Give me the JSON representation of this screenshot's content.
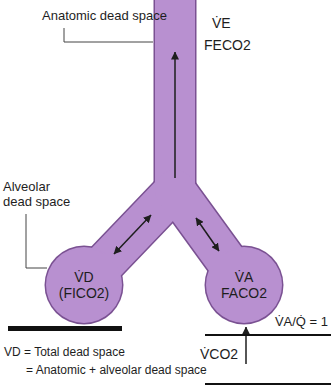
{
  "diagram": {
    "nodes": [
      {
        "text": [
          "V̇D",
          "(FICO2)"
        ]
      },
      {
        "text": [
          "V̇A",
          "FACO2"
        ]
      }
    ],
    "labels": [
      "Anatomic dead space",
      "V̇E",
      "FECO2",
      "Alveolar dead space",
      "V̇A/Q̇ = 1",
      "V̇CO2",
      "VD = Total dead space",
      "= Anatomic + alveolar dead space"
    ]
  }
}
